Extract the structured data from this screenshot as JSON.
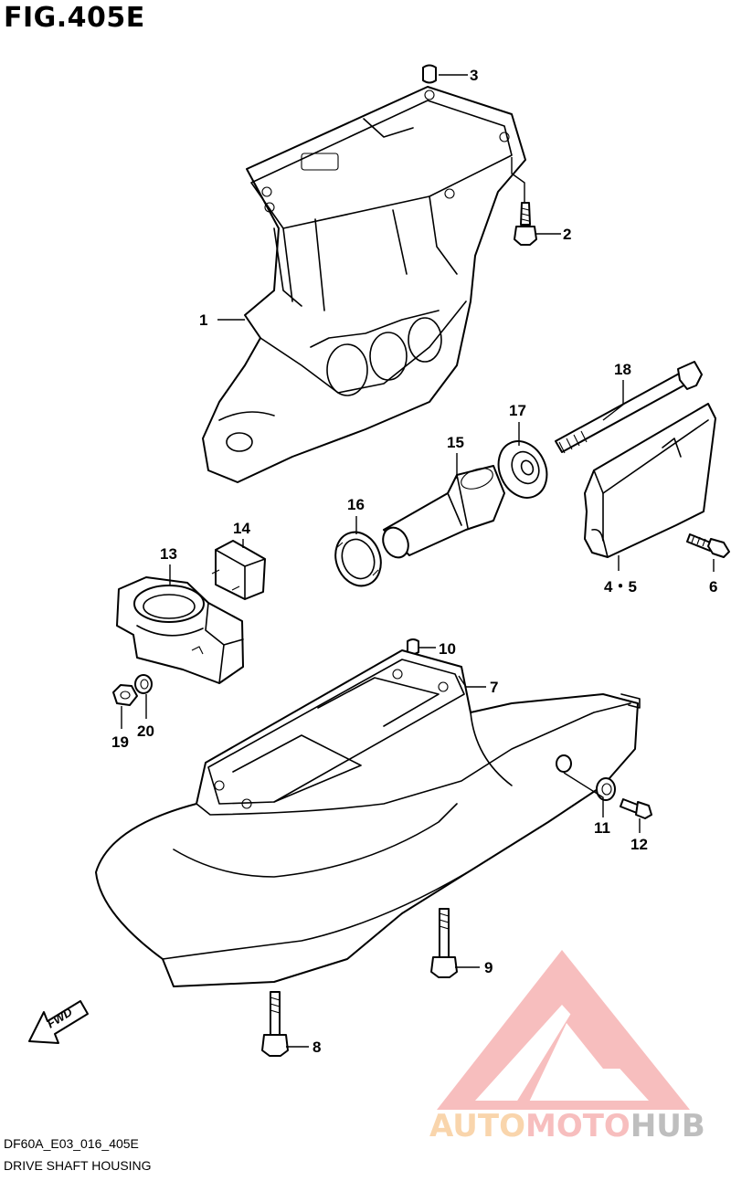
{
  "figure": {
    "title": "FIG.405E"
  },
  "footer": {
    "code": "DF60A_E03_016_405E",
    "caption": "DRIVE SHAFT HOUSING"
  },
  "direction": {
    "label": "FWD"
  },
  "callouts": {
    "c1": "1",
    "c2": "2",
    "c3": "3",
    "c45": "4・5",
    "c6": "6",
    "c7": "7",
    "c8": "8",
    "c9": "9",
    "c10": "10",
    "c11": "11",
    "c12": "12",
    "c13": "13",
    "c14": "14",
    "c15": "15",
    "c16": "16",
    "c17": "17",
    "c18": "18",
    "c19": "19",
    "c20": "20"
  },
  "watermark": {
    "part1": "AUTO",
    "part2": "MOTO",
    "part3": "HUB",
    "color1": "#f5b36a",
    "color2": "#f28a8a",
    "color3": "#8a8a8a"
  }
}
